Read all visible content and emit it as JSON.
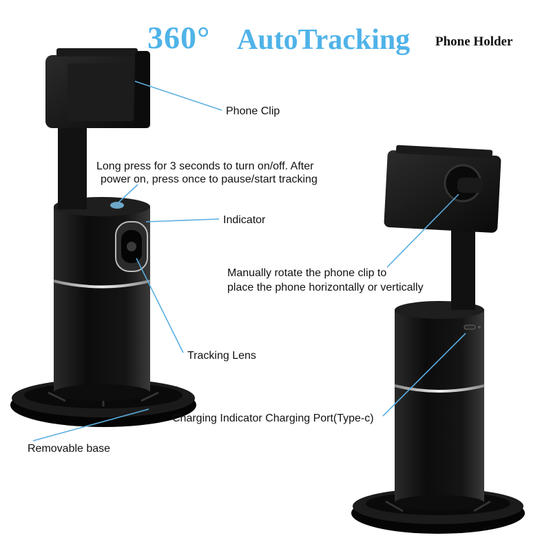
{
  "title": {
    "part1": "360°",
    "part2": "AutoTracking",
    "part3": "Phone Holder"
  },
  "labels": {
    "phone_clip": "Phone Clip",
    "long_press_line1": "Long press for 3 seconds to turn on/off. After",
    "long_press_line2": "power on, press once to pause/start tracking",
    "indicator": "Indicator",
    "rotate_line1": "Manually rotate the phone clip to",
    "rotate_line2": "place the phone horizontally or vertically",
    "tracking_lens": "Tracking Lens",
    "charging": "Charging Indicator Charging Port(Type-c)",
    "removable_base": "Removable base"
  },
  "colors": {
    "title_blue": "#4fb3e8",
    "leader_line": "#5aaee0",
    "device_black": "#111111"
  }
}
